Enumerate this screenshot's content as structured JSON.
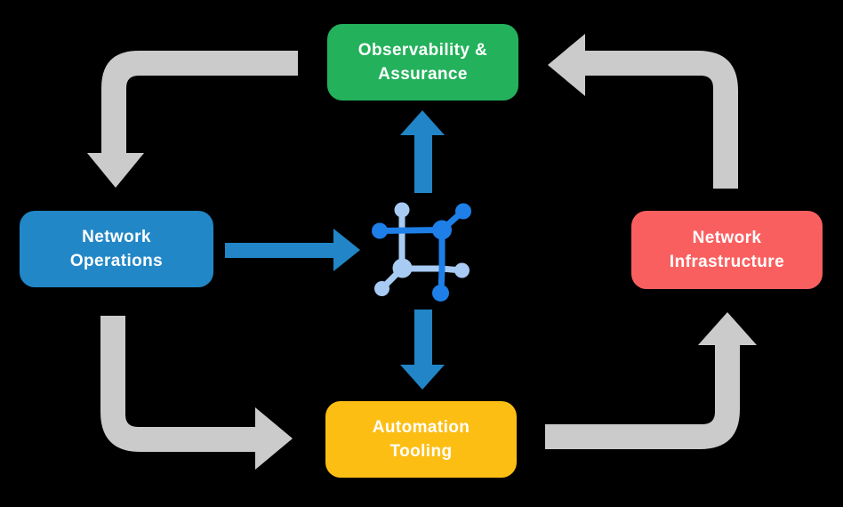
{
  "colors": {
    "background": "#000000",
    "arrow_gray": "#CBCBCB",
    "arrow_blue": "#2185C7",
    "node_green": "#23B15B",
    "node_blue": "#2287C7",
    "node_red": "#FA5F5F",
    "node_yellow": "#FDBE14",
    "label_text": "#FFFFFF",
    "icon_dark_blue": "#1E7FE8",
    "icon_light_blue": "#A8CBF4"
  },
  "nodes": {
    "observability": {
      "lines": [
        "Observability &",
        "Assurance"
      ]
    },
    "operations": {
      "lines": [
        "Network",
        "Operations"
      ]
    },
    "infrastructure": {
      "lines": [
        "Network",
        "Infrastructure"
      ]
    },
    "automation": {
      "lines": [
        "Automation",
        "Tooling"
      ]
    }
  },
  "icons": {
    "center": "network-fabric-icon"
  }
}
